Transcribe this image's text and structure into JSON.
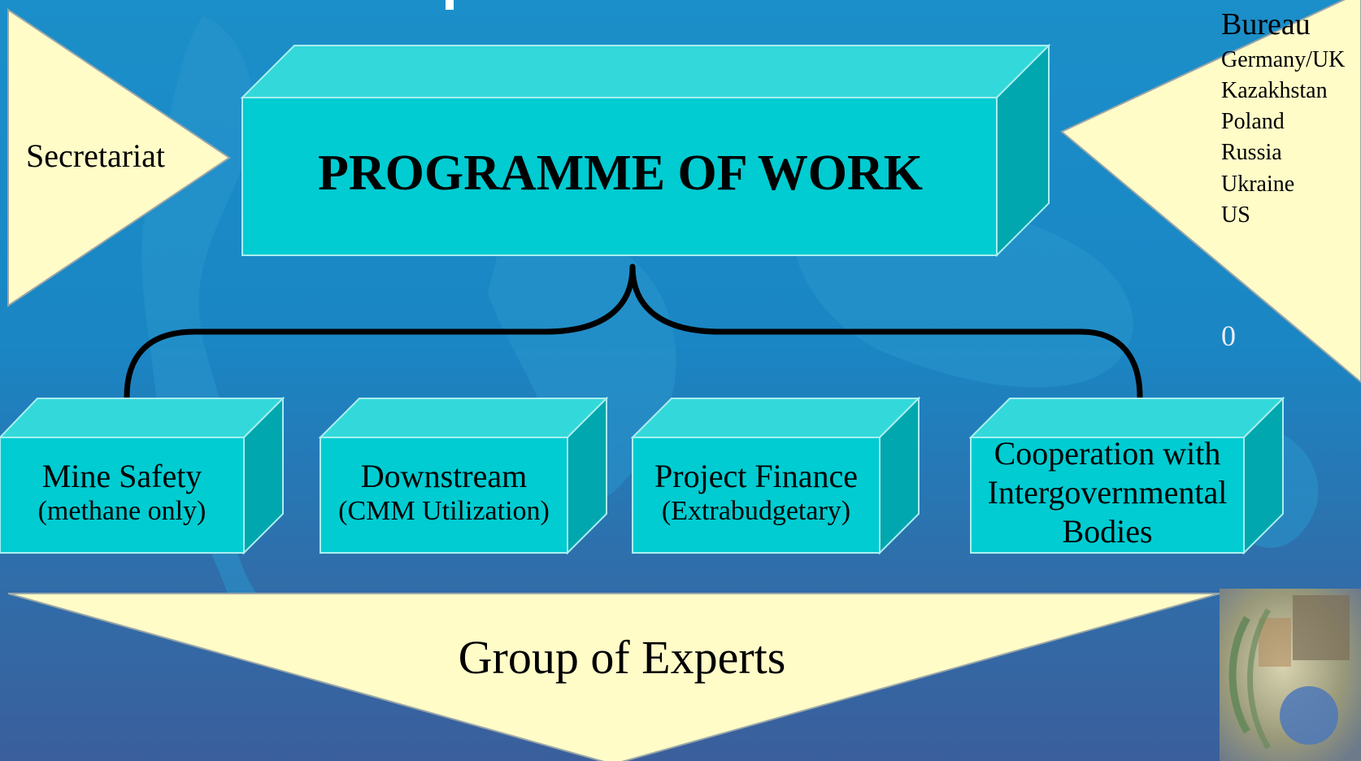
{
  "colors": {
    "triangle_fill": "#fffcc8",
    "box_front": "#00ccd2",
    "box_top": "#33d9da",
    "box_side": "#00a7ae",
    "background": "#1a8bc8"
  },
  "secretariat": {
    "label": "Secretariat"
  },
  "programme": {
    "title": "PROGRAMME OF WORK"
  },
  "bureau": {
    "title": "Bureau",
    "members": [
      "Germany/UK",
      "Kazakhstan",
      "Poland",
      "Russia",
      "Ukraine",
      "US"
    ]
  },
  "zero_label": "0",
  "work_areas": [
    {
      "line1": "Mine Safety",
      "line2": "(methane only)"
    },
    {
      "line1": "Downstream",
      "line2": "(CMM Utilization)"
    },
    {
      "line1": "Project Finance",
      "line2": "(Extrabudgetary)"
    },
    {
      "line1": "Cooperation with",
      "line2": "Intergovernmental",
      "line3": "Bodies"
    }
  ],
  "experts": {
    "label": "Group of Experts"
  },
  "logo": {
    "icon": "un-emblem-photo-collage"
  }
}
